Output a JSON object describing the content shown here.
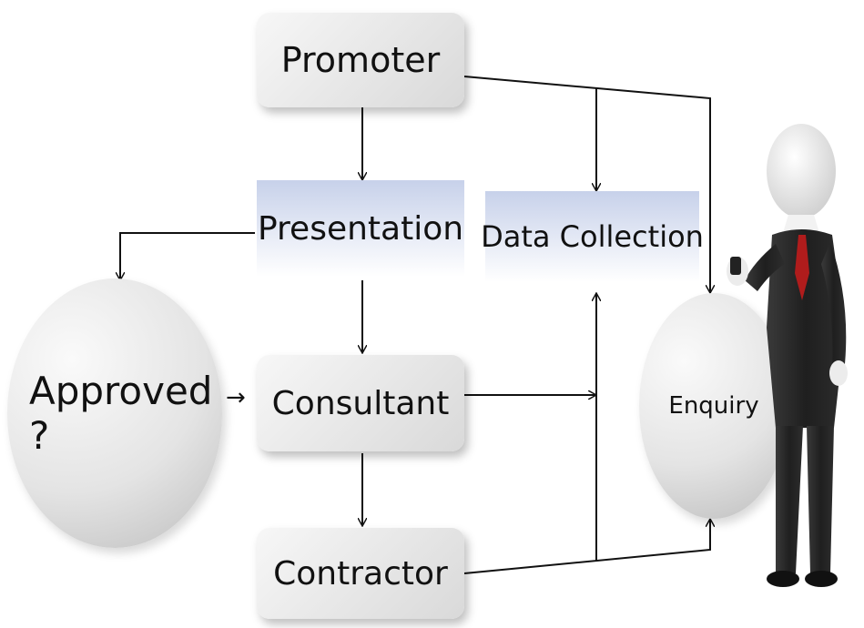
{
  "nodes": {
    "promoter": "Promoter",
    "presentation": "Presentation",
    "data_collection": "Data Collection",
    "consultant": "Consultant",
    "contractor": "Contractor",
    "approved": "Approved ?",
    "approved_arrow": "→",
    "enquiry": "Enquiry"
  }
}
